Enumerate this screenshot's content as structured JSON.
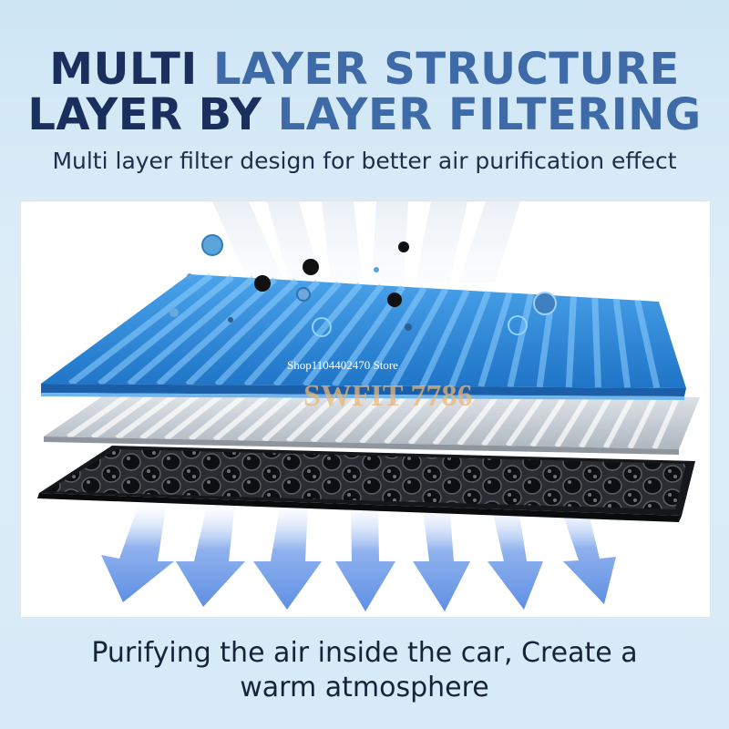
{
  "headline": {
    "line1": {
      "dark": "MULTI",
      "light": "LAYER STRUCTURE"
    },
    "line2": {
      "dark": "LAYER BY",
      "light": "LAYER FILTERING"
    }
  },
  "subtitle": "Multi layer filter design for better air purification effect",
  "watermark": {
    "store": "Shop1104402470 Store",
    "brand": "SWFIT 7786"
  },
  "footer": {
    "line1": "Purifying the air inside the car, Create a",
    "line2": "warm atmosphere"
  },
  "colors": {
    "title_dark": "#1b2f5e",
    "title_light": "#3f6aa8",
    "blue_layer": "#2b88d6",
    "gray_layer": "#c9cfd6",
    "carbon_layer": "#202226",
    "arrows": "#6f9be6",
    "background": "#d6eaf7"
  },
  "layers": [
    "blue-filter-layer",
    "white-filter-layer",
    "activated-carbon-layer"
  ]
}
